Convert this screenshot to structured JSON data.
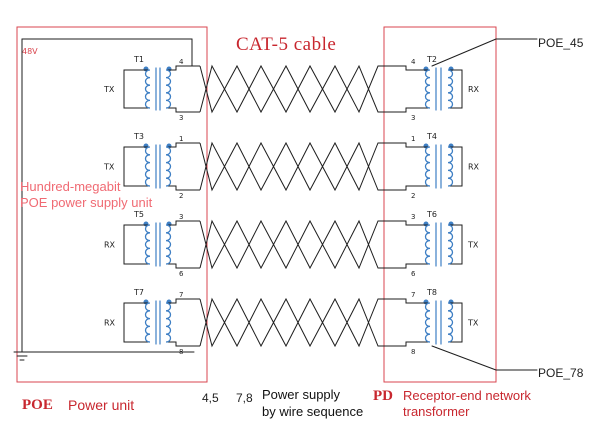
{
  "diagram": {
    "cable_title": "CAT-5 cable",
    "supply_voltage": "48V",
    "colors": {
      "line": "#1e1e1e",
      "box": "#d9464f",
      "coil": "#3e7fc4",
      "red_text": "#c8272f",
      "pink_text": "#f06a73"
    },
    "left": {
      "label_line1": "Hundred-megabit",
      "label_line2": "POE power supply unit",
      "prefix": "POE",
      "caption": "Power unit",
      "transformers": [
        {
          "name": "T1",
          "role": "TX",
          "pin_top": "4",
          "pin_bottom": "3"
        },
        {
          "name": "T3",
          "role": "TX",
          "pin_top": "1",
          "pin_bottom": "2"
        },
        {
          "name": "T5",
          "role": "RX",
          "pin_top": "3",
          "pin_bottom": "6"
        },
        {
          "name": "T7",
          "role": "RX",
          "pin_top": "7",
          "pin_bottom": "8"
        }
      ]
    },
    "right": {
      "prefix": "PD",
      "caption_line1": "Receptor-end network",
      "caption_line2": "transformer",
      "transformers": [
        {
          "name": "T2",
          "role": "RX",
          "pin_top": "4",
          "pin_bottom": "3"
        },
        {
          "name": "T4",
          "role": "RX",
          "pin_top": "1",
          "pin_bottom": "2"
        },
        {
          "name": "T6",
          "role": "TX",
          "pin_top": "3",
          "pin_bottom": "6"
        },
        {
          "name": "T8",
          "role": "TX",
          "pin_top": "7",
          "pin_bottom": "8"
        }
      ]
    },
    "outputs": {
      "top": "POE_45",
      "bottom": "POE_78"
    },
    "bottom": {
      "pins_a": "4,5",
      "pins_b": "7,8",
      "supply_line1": "Power supply",
      "supply_line2": "by wire sequence"
    }
  }
}
